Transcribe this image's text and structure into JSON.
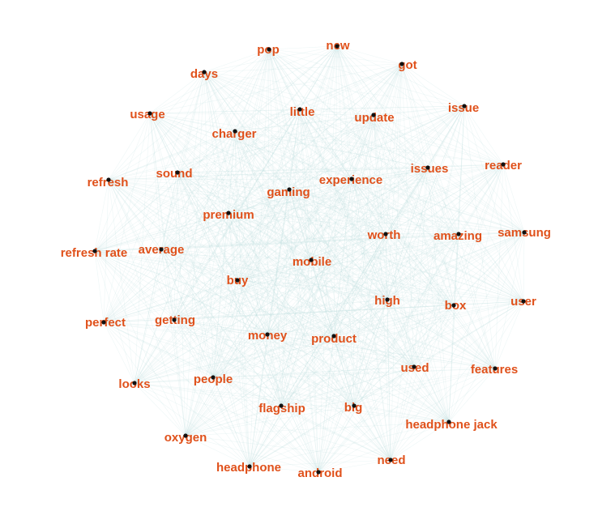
{
  "graph": {
    "label_color": "#e0511b",
    "node_color": "#111111",
    "edge_color": "#bfe0e0",
    "nodes": [
      {
        "id": "pop",
        "label": "pop"
      },
      {
        "id": "new",
        "label": "new"
      },
      {
        "id": "got",
        "label": "got"
      },
      {
        "id": "days",
        "label": "days"
      },
      {
        "id": "issue",
        "label": "issue"
      },
      {
        "id": "usage",
        "label": "usage"
      },
      {
        "id": "little",
        "label": "little"
      },
      {
        "id": "update",
        "label": "update"
      },
      {
        "id": "charger",
        "label": "charger"
      },
      {
        "id": "reader",
        "label": "reader"
      },
      {
        "id": "refresh",
        "label": "refresh"
      },
      {
        "id": "sound",
        "label": "sound"
      },
      {
        "id": "experience",
        "label": "experience"
      },
      {
        "id": "issues",
        "label": "issues"
      },
      {
        "id": "gaming",
        "label": "gaming"
      },
      {
        "id": "premium",
        "label": "premium"
      },
      {
        "id": "worth",
        "label": "worth"
      },
      {
        "id": "amazing",
        "label": "amazing"
      },
      {
        "id": "samsung",
        "label": "samsung"
      },
      {
        "id": "refresh_rate",
        "label": "refresh rate"
      },
      {
        "id": "average",
        "label": "average"
      },
      {
        "id": "mobile",
        "label": "mobile"
      },
      {
        "id": "buy",
        "label": "buy"
      },
      {
        "id": "high",
        "label": "high"
      },
      {
        "id": "box",
        "label": "box"
      },
      {
        "id": "user",
        "label": "user"
      },
      {
        "id": "perfect",
        "label": "perfect"
      },
      {
        "id": "getting",
        "label": "getting"
      },
      {
        "id": "money",
        "label": "money"
      },
      {
        "id": "product",
        "label": "product"
      },
      {
        "id": "used",
        "label": "used"
      },
      {
        "id": "features",
        "label": "features"
      },
      {
        "id": "looks",
        "label": "looks"
      },
      {
        "id": "people",
        "label": "people"
      },
      {
        "id": "flagship",
        "label": "flagship"
      },
      {
        "id": "big",
        "label": "big"
      },
      {
        "id": "headphone_jack",
        "label": "headphone jack"
      },
      {
        "id": "oxygen",
        "label": "oxygen"
      },
      {
        "id": "need",
        "label": "need"
      },
      {
        "id": "headphone",
        "label": "headphone"
      },
      {
        "id": "android",
        "label": "android"
      }
    ]
  }
}
